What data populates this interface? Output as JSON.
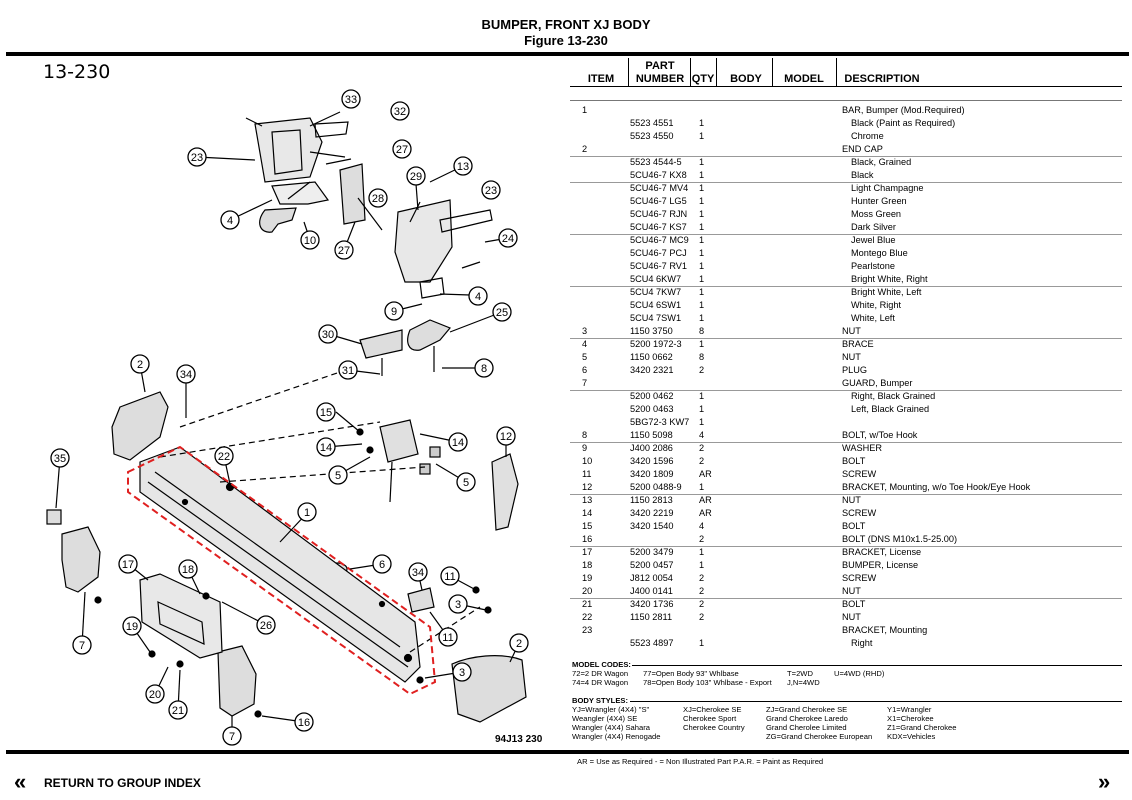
{
  "header": {
    "title": "BUMPER, FRONT XJ BODY",
    "figure": "Figure  13-230"
  },
  "figure_id": "13-230",
  "columns": {
    "item": "ITEM",
    "part_line1": "PART",
    "part_line2": "NUMBER",
    "qty": "QTY",
    "body": "BODY",
    "model": "MODEL",
    "description": "DESCRIPTION"
  },
  "rows": [
    {
      "item": "1",
      "part": "",
      "qty": "",
      "desc": "BAR, Bumper (Mod.Required)"
    },
    {
      "item": "",
      "part": "5523 4551",
      "qty": "1",
      "desc": "  Black (Paint as Required)"
    },
    {
      "item": "",
      "part": "5523 4550",
      "qty": "1",
      "desc": "  Chrome"
    },
    {
      "item": "2",
      "part": "",
      "qty": "",
      "desc": "END CAP"
    },
    {
      "item": "",
      "part": "5523 4544-5",
      "qty": "1",
      "desc": "  Black, Grained"
    },
    {
      "item": "",
      "part": "5CU46-7 KX8",
      "qty": "1",
      "desc": "  Black"
    },
    {
      "item": "",
      "part": "5CU46-7 MV4",
      "qty": "1",
      "desc": "  Light Champagne"
    },
    {
      "item": "",
      "part": "5CU46-7 LG5",
      "qty": "1",
      "desc": "  Hunter Green"
    },
    {
      "item": "",
      "part": "5CU46-7 RJN",
      "qty": "1",
      "desc": "  Moss Green"
    },
    {
      "item": "",
      "part": "5CU46-7 KS7",
      "qty": "1",
      "desc": "  Dark Silver"
    },
    {
      "item": "",
      "part": "5CU46-7 MC9",
      "qty": "1",
      "desc": "  Jewel Blue"
    },
    {
      "item": "",
      "part": "5CU46-7 PCJ",
      "qty": "1",
      "desc": "  Montego Blue"
    },
    {
      "item": "",
      "part": "5CU46-7 RV1",
      "qty": "1",
      "desc": "  Pearlstone"
    },
    {
      "item": "",
      "part": "5CU4 6KW7",
      "qty": "1",
      "desc": "  Bright White, Right"
    },
    {
      "item": "",
      "part": "5CU4 7KW7",
      "qty": "1",
      "desc": "  Bright White, Left"
    },
    {
      "item": "",
      "part": "5CU4 6SW1",
      "qty": "1",
      "desc": "  White, Right"
    },
    {
      "item": "",
      "part": "5CU4 7SW1",
      "qty": "1",
      "desc": "  White, Left"
    },
    {
      "item": "3",
      "part": "1150 3750",
      "qty": "8",
      "desc": "NUT"
    },
    {
      "item": "4",
      "part": "5200 1972-3",
      "qty": "1",
      "desc": "BRACE"
    },
    {
      "item": "5",
      "part": "1150 0662",
      "qty": "8",
      "desc": "NUT"
    },
    {
      "item": "6",
      "part": "3420 2321",
      "qty": "2",
      "desc": "PLUG"
    },
    {
      "item": "7",
      "part": "",
      "qty": "",
      "desc": "GUARD, Bumper"
    },
    {
      "item": "",
      "part": "5200 0462",
      "qty": "1",
      "desc": "  Right, Black Grained"
    },
    {
      "item": "",
      "part": "5200 0463",
      "qty": "1",
      "desc": "  Left, Black Grained"
    },
    {
      "item": "",
      "part": "5BG72-3 KW7",
      "qty": "1",
      "desc": ""
    },
    {
      "item": "8",
      "part": "1150 5098",
      "qty": "4",
      "desc": "BOLT, w/Toe Hook"
    },
    {
      "item": "9",
      "part": "J400 2086",
      "qty": "2",
      "desc": "WASHER"
    },
    {
      "item": "10",
      "part": "3420 1596",
      "qty": "2",
      "desc": "BOLT"
    },
    {
      "item": "11",
      "part": "3420 1809",
      "qty": "AR",
      "desc": "SCREW"
    },
    {
      "item": "12",
      "part": "5200 0488-9",
      "qty": "1",
      "desc": "BRACKET, Mounting, w/o Toe Hook/Eye Hook"
    },
    {
      "item": "13",
      "part": "1150 2813",
      "qty": "AR",
      "desc": "NUT"
    },
    {
      "item": "14",
      "part": "3420 2219",
      "qty": "AR",
      "desc": "SCREW"
    },
    {
      "item": "15",
      "part": "3420 1540",
      "qty": "4",
      "desc": "BOLT"
    },
    {
      "item": "16",
      "part": "",
      "qty": "2",
      "desc": "BOLT (DNS M10x1.5-25.00)"
    },
    {
      "item": "17",
      "part": "5200 3479",
      "qty": "1",
      "desc": "BRACKET, License"
    },
    {
      "item": "18",
      "part": "5200 0457",
      "qty": "1",
      "desc": "BUMPER, License"
    },
    {
      "item": "19",
      "part": "J812 0054",
      "qty": "2",
      "desc": "SCREW"
    },
    {
      "item": "20",
      "part": "J400 0141",
      "qty": "2",
      "desc": "NUT"
    },
    {
      "item": "21",
      "part": "3420 1736",
      "qty": "2",
      "desc": "BOLT"
    },
    {
      "item": "22",
      "part": "1150 2811",
      "qty": "2",
      "desc": "NUT"
    },
    {
      "item": "23",
      "part": "",
      "qty": "",
      "desc": "BRACKET, Mounting"
    },
    {
      "item": "",
      "part": "5523 4897",
      "qty": "1",
      "desc": "  Right"
    }
  ],
  "model_codes": {
    "heading": "MODEL CODES:",
    "lines": [
      [
        "72=2 DR Wagon",
        "77=Open Body 93\" Whlbase",
        "T=2WD",
        "U=4WD (RHD)"
      ],
      [
        "74=4 DR Wagon",
        "78=Open Body 103\" Whlbase - Export",
        "J,N=4WD",
        ""
      ]
    ]
  },
  "body_styles": {
    "heading": "BODY STYLES:",
    "lines": [
      [
        "YJ=Wrangler (4X4) \"S\"",
        "XJ=Cherokee SE",
        "ZJ=Grand Cherokee SE",
        "Y1=Wrangler"
      ],
      [
        "Weangler (4X4) SE",
        "Cherokee Sport",
        "Grand Cherokee Laredo",
        "X1=Cherokee"
      ],
      [
        "Wrangler (4X4) Sahara",
        "Cherokee Country",
        "Grand Cherolee Limited",
        "Z1=Grand Cherokee"
      ],
      [
        "Wrangler (4X4) Renogade",
        "",
        "ZG=Grand Cherokee European",
        "KDX=Vehicles"
      ]
    ]
  },
  "legend": "AR = Use as Required   - = Non Illustrated Part   P.A.R. = Paint as Required",
  "diagram_code": "94J13  230",
  "nav": {
    "back_label": "RETURN TO GROUP INDEX",
    "prev_icon": "double-chevron-left",
    "next_icon": "double-chevron-right"
  },
  "callouts": [
    "1",
    "2",
    "3",
    "4",
    "5",
    "6",
    "7",
    "8",
    "9",
    "10",
    "11",
    "12",
    "13",
    "14",
    "15",
    "16",
    "17",
    "18",
    "19",
    "20",
    "21",
    "22",
    "23",
    "24",
    "25",
    "26",
    "27",
    "28",
    "29",
    "30",
    "31",
    "32",
    "33",
    "34",
    "35"
  ],
  "highlight_color": "#e02020"
}
